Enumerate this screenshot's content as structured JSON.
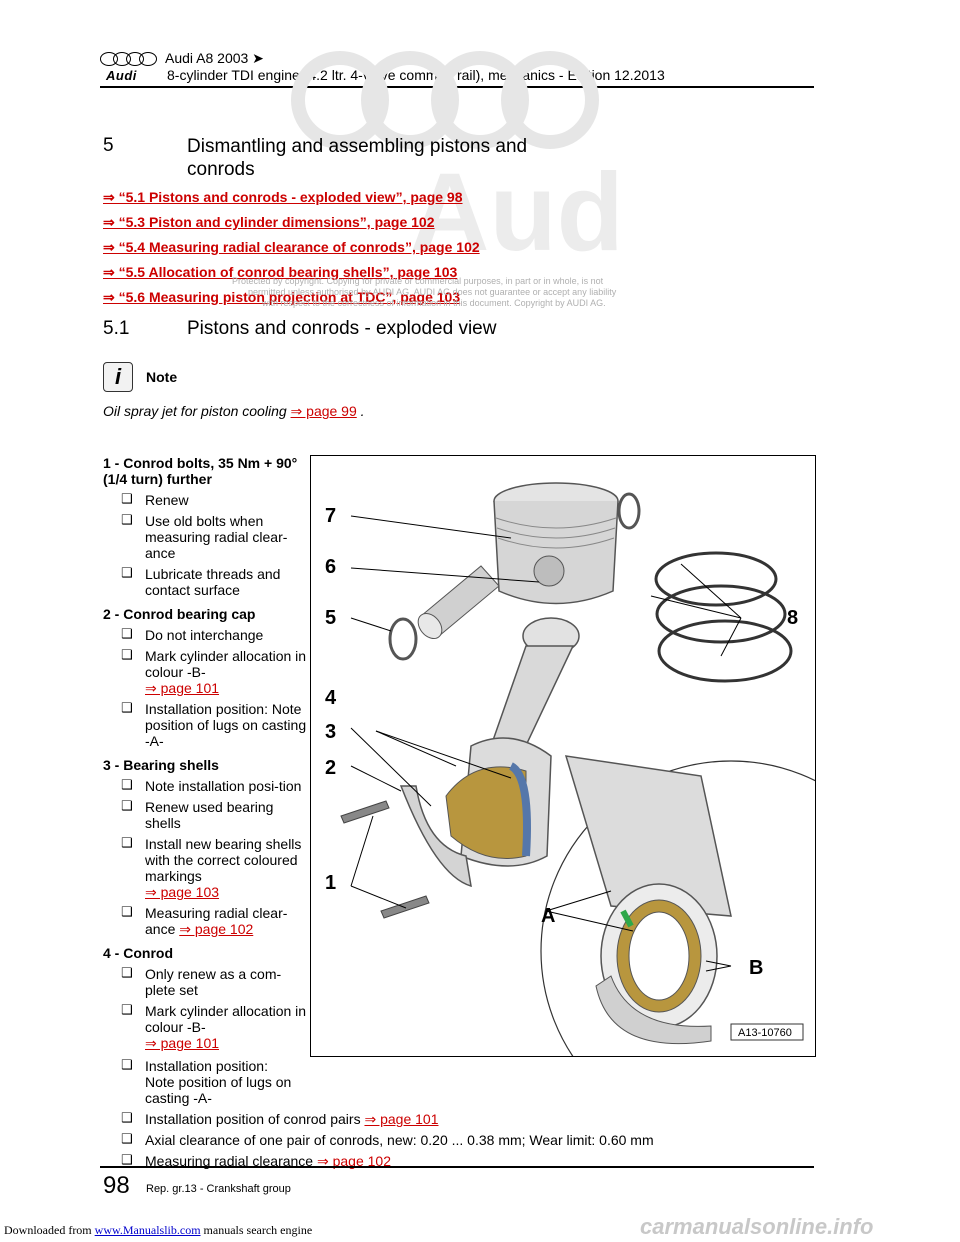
{
  "header": {
    "title": "Audi A8 2003 ➤",
    "brand": "Audi",
    "subtitle": "8-cylinder TDI engine (4.2 ltr. 4-valve common rail), mechanics - Edition 12.2013"
  },
  "section": {
    "number": "5",
    "title": "Dismantling and assembling pistons and conrods"
  },
  "xrefs": [
    "⇒ “5.1 Pistons and conrods - exploded view”, page 98",
    "⇒ “5.3 Piston and cylinder dimensions”, page 102",
    "⇒ “5.4 Measuring radial clearance of conrods”, page 102",
    "⇒ “5.5 Allocation of conrod bearing shells”, page 103",
    "⇒ “5.6 Measuring piston projection at TDC”, page 103"
  ],
  "watermark": [
    "Protected by copyright. Copying for private or commercial purposes, in part or in whole, is not",
    "permitted unless authorised by AUDI AG. AUDI AG does not guarantee or accept any liability",
    "with respect to the correctness of information in this document. Copyright by AUDI AG."
  ],
  "subsection": {
    "number": "5.1",
    "title": "Pistons and conrods - exploded view"
  },
  "note": {
    "label": "Note",
    "text": "Oil spray jet for piston cooling",
    "link": "⇒ page 99",
    "tail": " ."
  },
  "items": [
    {
      "heading": "1 - Conrod bolts, 35 Nm + 90° (1/4 turn) further",
      "bullets": [
        {
          "text": "Renew",
          "link": ""
        },
        {
          "text": "Use old bolts when measuring radial clear-ance",
          "link": ""
        },
        {
          "text": "Lubricate threads and contact surface",
          "link": ""
        }
      ]
    },
    {
      "heading": "2 - Conrod bearing cap",
      "bullets": [
        {
          "text": "Do not interchange",
          "link": ""
        },
        {
          "text": "Mark cylinder allocation in colour -B-",
          "link": "⇒ page 101"
        },
        {
          "text": "Installation position: Note position of lugs on casting -A-",
          "link": ""
        }
      ]
    },
    {
      "heading": "3 - Bearing shells",
      "bullets": [
        {
          "text": "Note installation posi-tion",
          "link": ""
        },
        {
          "text": "Renew used bearing shells",
          "link": ""
        },
        {
          "text": "Install new bearing shells with the correct coloured markings",
          "link": "⇒ page 103"
        },
        {
          "text": "Measuring radial clear-ance",
          "link": "⇒ page 102"
        }
      ]
    },
    {
      "heading": "4 - Conrod",
      "bullets": [
        {
          "text": "Only renew as a com-plete set",
          "link": ""
        },
        {
          "text": "Mark cylinder allocation in colour -B-",
          "link": "⇒ page 101"
        }
      ]
    }
  ],
  "wide_bullets": [
    {
      "text": "Installation position: Note position of lugs on casting -A-",
      "link": ""
    },
    {
      "text": "Installation position of conrod pairs",
      "link": "⇒ page 101"
    },
    {
      "text": "Axial clearance of one pair of conrods, new: 0.20 ... 0.38 mm; Wear limit: 0.60 mm",
      "link": ""
    },
    {
      "text": "Measuring radial clearance",
      "link": "⇒ page 102"
    }
  ],
  "figure": {
    "callouts": [
      "1",
      "2",
      "3",
      "4",
      "5",
      "6",
      "7",
      "8",
      "A",
      "B"
    ],
    "code": "A13-10760"
  },
  "footer": {
    "page": "98",
    "group": "Rep. gr.13 - Crankshaft group"
  },
  "download": {
    "prefix": "Downloaded from",
    "site": "www.Manualslib.com",
    "suffix": "manuals search engine",
    "right": "carmanualsonline.info"
  }
}
